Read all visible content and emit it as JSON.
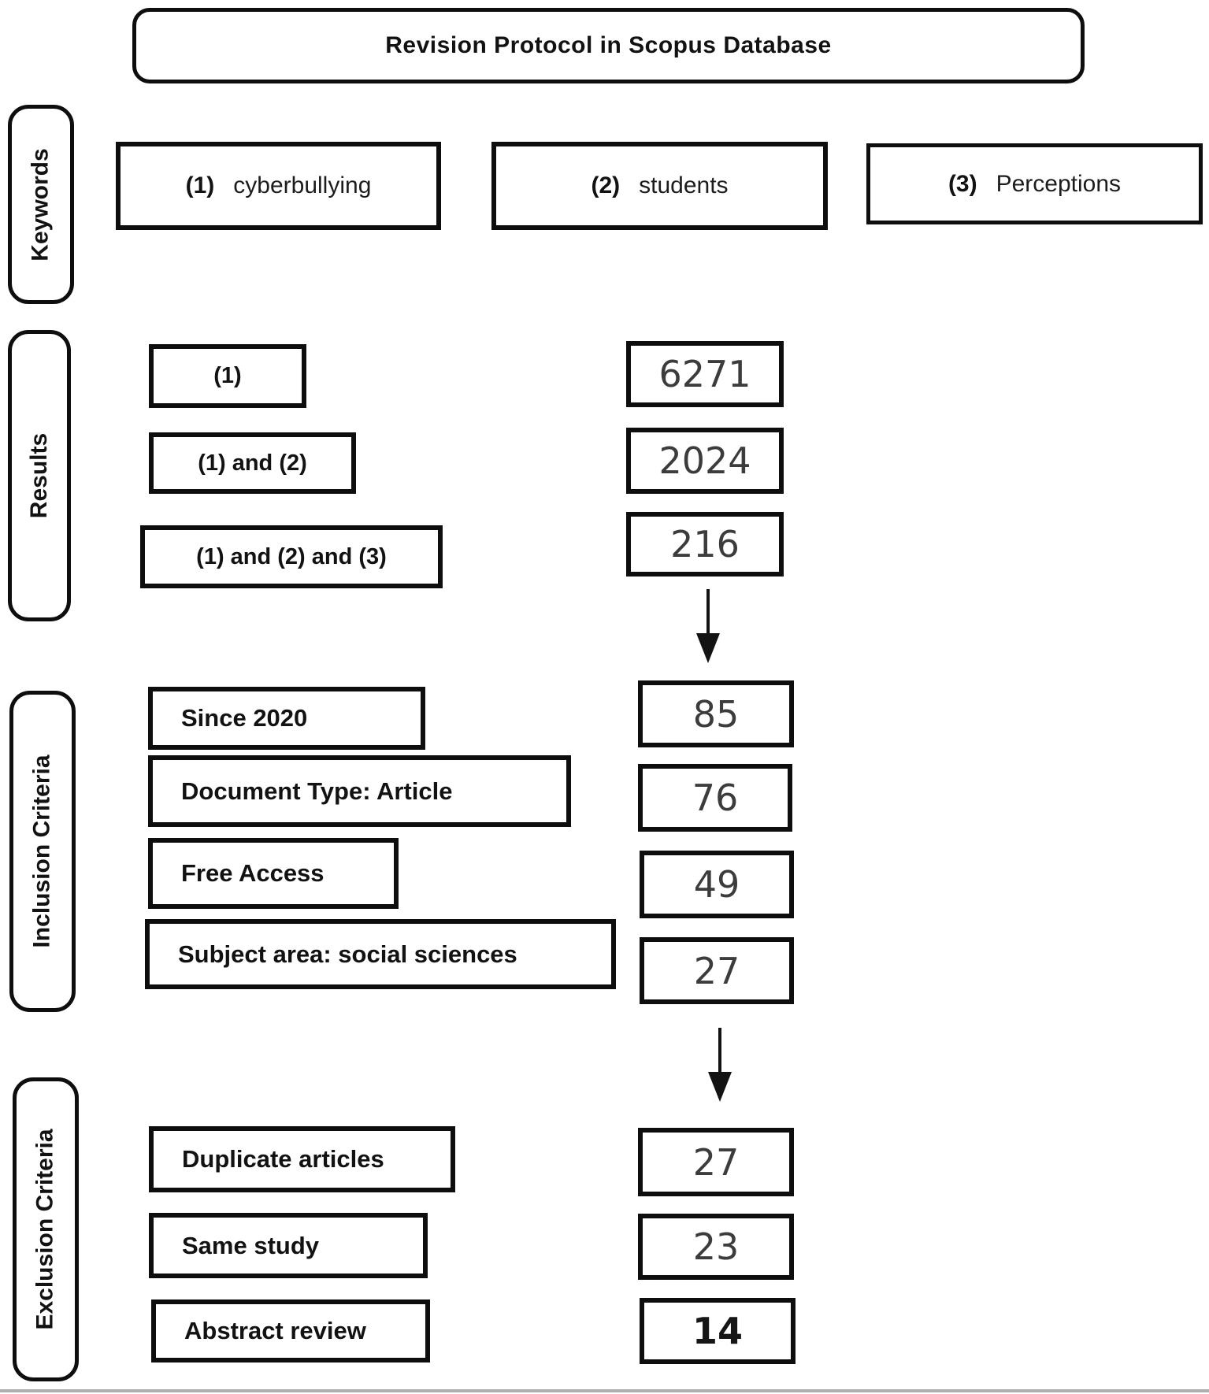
{
  "title": "Revision Protocol in Scopus Database",
  "keywords": {
    "label": "Keywords",
    "items": [
      {
        "num": "(1)",
        "term": "cyberbullying"
      },
      {
        "num": "(2)",
        "term": "students"
      },
      {
        "num": "(3)",
        "term": "Perceptions"
      }
    ]
  },
  "results": {
    "label": "Results",
    "rows": [
      {
        "query": "(1)",
        "count": "6271"
      },
      {
        "query": "(1) and (2)",
        "count": "2024"
      },
      {
        "query": "(1) and (2) and (3)",
        "count": "216"
      }
    ]
  },
  "inclusion": {
    "label": "Inclusion Criteria",
    "rows": [
      {
        "criterion": "Since 2020",
        "count": "85"
      },
      {
        "criterion": "Document Type: Article",
        "count": "76"
      },
      {
        "criterion": "Free Access",
        "count": "49"
      },
      {
        "criterion": "Subject area: social sciences",
        "count": "27"
      }
    ]
  },
  "exclusion": {
    "label": "Exclusion Criteria",
    "rows": [
      {
        "criterion": "Duplicate articles",
        "count": "27"
      },
      {
        "criterion": "Same study",
        "count": "23"
      },
      {
        "criterion": "Abstract review",
        "count": "14"
      }
    ]
  },
  "colors": {
    "box_border": "#0e0e0e",
    "label_text": "#121212",
    "count_text": "#3c3c3c",
    "figure_bottom_border": "#aeaeae"
  }
}
